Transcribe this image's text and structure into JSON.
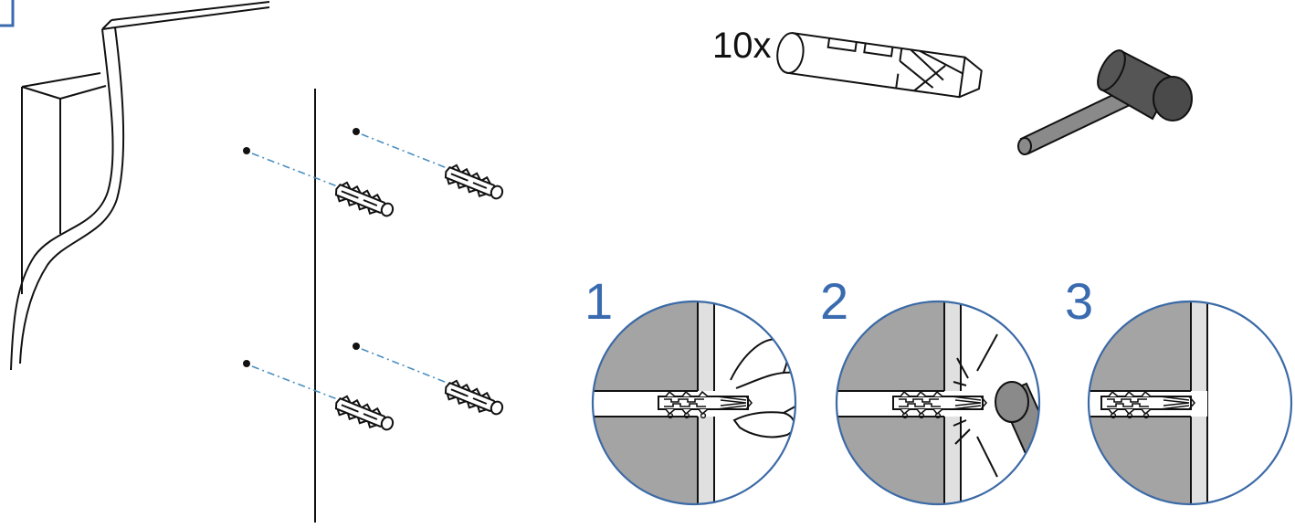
{
  "quantity_label": "10x",
  "steps": [
    {
      "number": "1"
    },
    {
      "number": "2"
    },
    {
      "number": "3"
    }
  ],
  "colors": {
    "step_number": "#3a6bb0",
    "circle_border": "#3b6aa6",
    "wall_gray": "#a4a4a4",
    "hammer_head": "#555555",
    "hammer_handle": "#8a8a8a",
    "guide_line": "#4a8fc0",
    "outline": "#111111"
  },
  "icons": [
    "wall-panel",
    "wall-plug-icon",
    "hammer-icon",
    "hand-icon",
    "hammer-tip-icon",
    "impact-lines-icon"
  ]
}
